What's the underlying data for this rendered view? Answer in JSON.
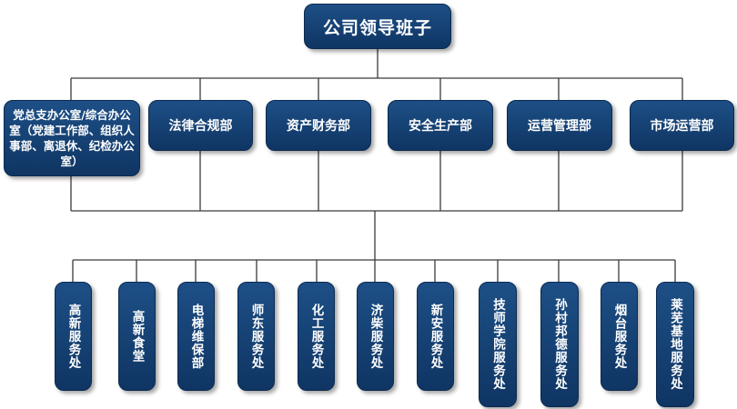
{
  "root": {
    "label": "公司领导班子"
  },
  "departments": [
    {
      "label": "党总支办公室/综合办公室（党建工作部、组织人事部、离退休、纪检办公室）"
    },
    {
      "label": "法律合规部"
    },
    {
      "label": "资产财务部"
    },
    {
      "label": "安全生产部"
    },
    {
      "label": "运营管理部"
    },
    {
      "label": "市场运营部"
    }
  ],
  "units": [
    {
      "label": "高新服务处"
    },
    {
      "label": "高新食堂"
    },
    {
      "label": "电梯维保部"
    },
    {
      "label": "师东服务处"
    },
    {
      "label": "化工服务处"
    },
    {
      "label": "济柴服务处"
    },
    {
      "label": "新安服务处"
    },
    {
      "label": "技师学院服务处"
    },
    {
      "label": "孙村邦德服务处"
    },
    {
      "label": "烟台服务处"
    },
    {
      "label": "莱芜基地服务处"
    }
  ],
  "colors": {
    "box": "#15467b",
    "line": "#3a3a3a",
    "text": "#ffffff"
  }
}
